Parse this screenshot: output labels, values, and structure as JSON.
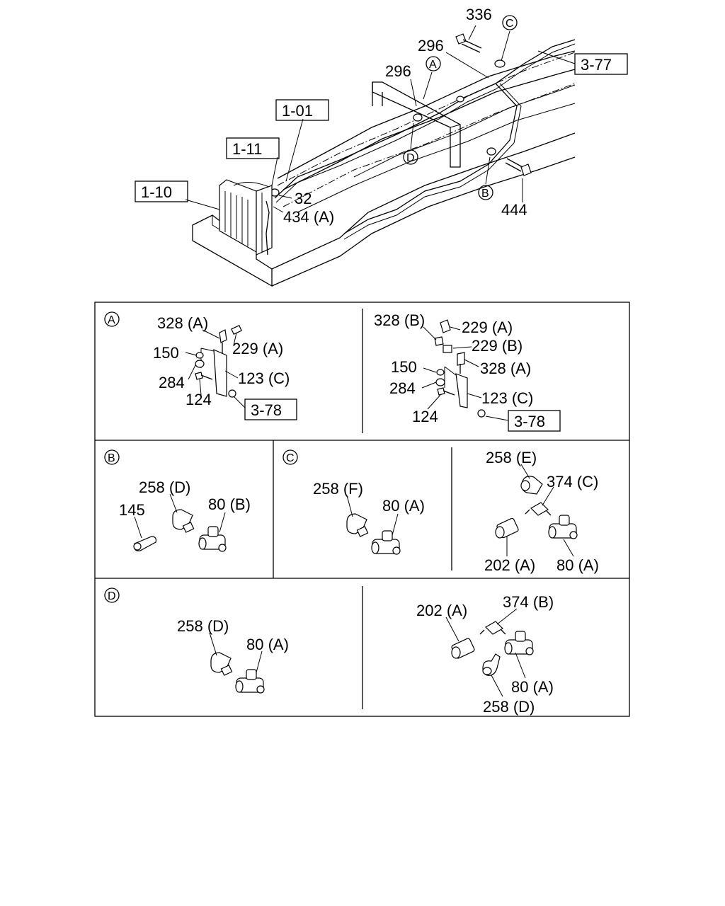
{
  "main_view": {
    "labels": [
      "336",
      "296",
      "296",
      "32",
      "434 (A)",
      "444"
    ],
    "refs": [
      "3-77",
      "1-01",
      "1-11",
      "1-10"
    ],
    "circles": [
      "C",
      "A",
      "D",
      "B"
    ]
  },
  "panel_a_left": {
    "circle": "A",
    "labels": [
      "328 (A)",
      "229 (A)",
      "150",
      "284",
      "123 (C)",
      "124"
    ],
    "ref": "3-78"
  },
  "panel_a_right": {
    "labels": [
      "328 (B)",
      "229 (A)",
      "229 (B)",
      "150",
      "328 (A)",
      "284",
      "123 (C)",
      "124"
    ],
    "ref": "3-78"
  },
  "panel_b": {
    "circle": "B",
    "labels": [
      "258 (D)",
      "80 (B)",
      "145"
    ]
  },
  "panel_c": {
    "circle": "C",
    "labels": [
      "258 (F)",
      "80 (A)"
    ]
  },
  "panel_c_right": {
    "labels": [
      "258 (E)",
      "374 (C)",
      "202 (A)",
      "80 (A)"
    ]
  },
  "panel_d": {
    "circle": "D",
    "labels": [
      "258 (D)",
      "80 (A)"
    ]
  },
  "panel_d_right": {
    "labels": [
      "202 (A)",
      "374 (B)",
      "80 (A)",
      "258 (D)"
    ]
  }
}
